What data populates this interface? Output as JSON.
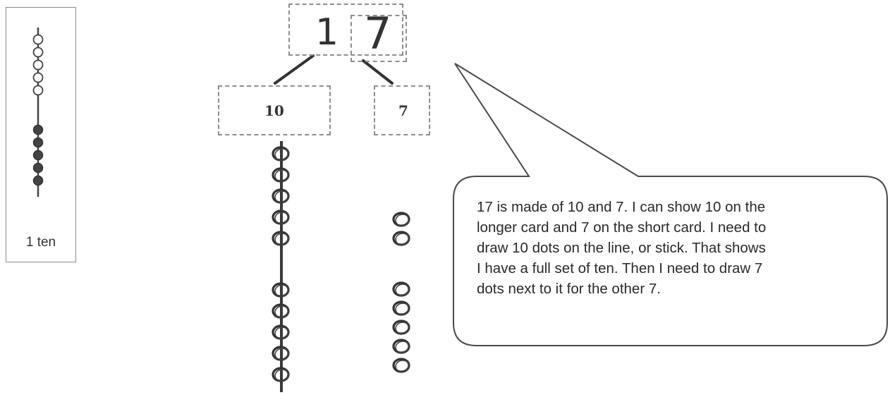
{
  "ten_card": {
    "label": "1 ten",
    "open_beads": 5,
    "filled_beads": 5
  },
  "number_card": {
    "tens_digit": "1",
    "ones_digit": "7"
  },
  "expanded_cards": {
    "tens_value": "10",
    "ones_value": "7"
  },
  "drawing": {
    "dots_on_stick": 10,
    "loose_dots": 7
  },
  "speech_bubble": {
    "lines": [
      "17 is made of 10 and 7.  I can show 10 on the",
      "longer card and 7 on the short card.  I need to",
      "draw 10 dots on the line, or stick.  That shows",
      "I have a full set of ten.  Then I need to draw 7",
      "dots next to it for the other 7."
    ]
  },
  "colors": {
    "ink": "#333333",
    "dashed_border": "#8e8e8e",
    "card_border": "#8a8a8a"
  }
}
